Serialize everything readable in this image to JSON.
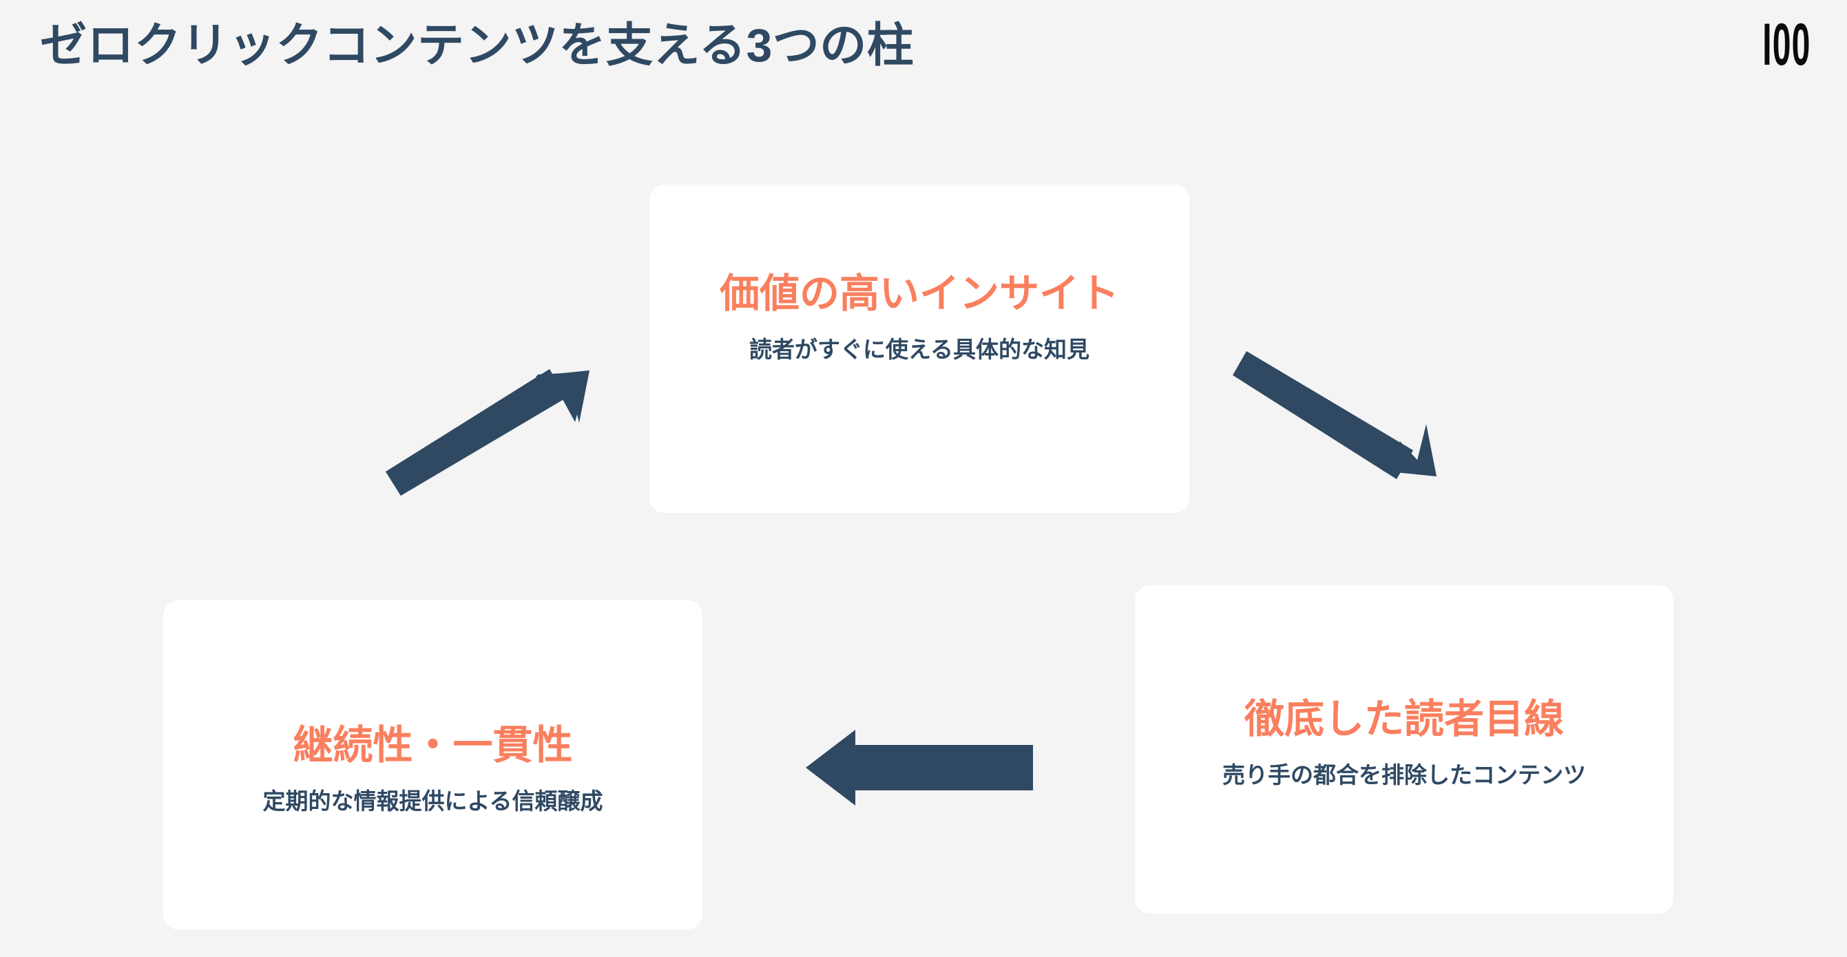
{
  "header": {
    "title": "ゼロクリックコンテンツを支える3つの柱",
    "logo": "I00"
  },
  "colors": {
    "background": "#f4f4f4",
    "card_background": "#ffffff",
    "accent_orange": "#fa7f5e",
    "navy": "#2f4963",
    "logo_black": "#0b0b0b"
  },
  "cards": [
    {
      "id": "insight",
      "title": "価値の高いインサイト",
      "description": "読者がすぐに使える具体的な知見"
    },
    {
      "id": "reader",
      "title": "徹底した読者目線",
      "description": "売り手の都合を排除したコンテンツ"
    },
    {
      "id": "continuity",
      "title": "継続性・一貫性",
      "description": "定期的な情報提供による信頼醸成"
    }
  ],
  "arrows": [
    {
      "id": "up-right",
      "direction": "up-right",
      "from": "continuity",
      "to": "insight"
    },
    {
      "id": "down-right",
      "direction": "down-right",
      "from": "insight",
      "to": "reader"
    },
    {
      "id": "left",
      "direction": "left",
      "from": "reader",
      "to": "continuity"
    }
  ]
}
